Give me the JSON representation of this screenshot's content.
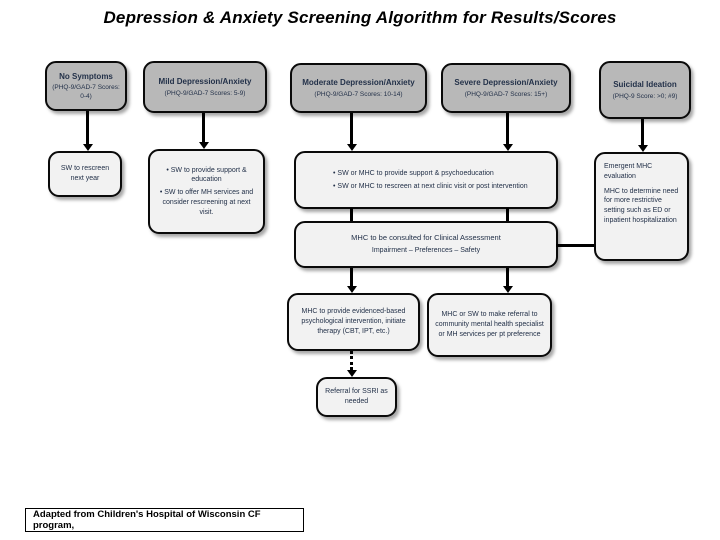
{
  "title": "Depression & Anxiety Screening Algorithm for Results/Scores",
  "footer": "Adapted from Children's Hospital of Wisconsin CF program,",
  "boxes": {
    "no_symptoms": {
      "label": "No Symptoms",
      "sub": "(PHQ-9/GAD-7 Scores: 0-4)"
    },
    "mild": {
      "label": "Mild Depression/Anxiety",
      "sub": "(PHQ-9/GAD-7 Scores: 5-9)"
    },
    "moderate": {
      "label": "Moderate Depression/Anxiety",
      "sub": "(PHQ-9/GAD-7 Scores: 10-14)"
    },
    "severe": {
      "label": "Severe Depression/Anxiety",
      "sub": "(PHQ-9/GAD-7 Scores: 15+)"
    },
    "suicidal": {
      "label": "Suicidal Ideation",
      "sub": "(PHQ-9 Score: >0; #9)"
    },
    "rescreen": {
      "text": "SW to rescreen next year"
    },
    "mild_action": {
      "bullets": [
        "SW to provide support & education",
        "SW to offer MH services and consider rescreening at next visit."
      ]
    },
    "mod_severe_action": {
      "bullets": [
        "SW or MHC to provide support & psychoeducation",
        "SW or MHC to rescreen at next clinic visit or post intervention"
      ]
    },
    "emergent": {
      "lines": [
        "Emergent MHC evaluation",
        "MHC to determine need for more restrictive setting such as ED or inpatient hospitalization"
      ]
    },
    "consult": {
      "line1": "MHC to be consulted for Clinical Assessment",
      "line2": "Impairment – Preferences – Safety"
    },
    "evidence": {
      "text": "MHC to provide evidenced-based psychological intervention, initiate therapy (CBT, IPT, etc.)"
    },
    "referral": {
      "text": "MHC or SW to make referral to community mental health specialist or MH services per pt preference"
    },
    "ssri": {
      "text": "Referral for SSRI as needed"
    }
  },
  "colors": {
    "top_box_fill": "#b8b8b8",
    "action_box_fill": "#f2f2f2",
    "border": "#0a0a0a",
    "text": "#233149",
    "title_text": "#000000"
  }
}
